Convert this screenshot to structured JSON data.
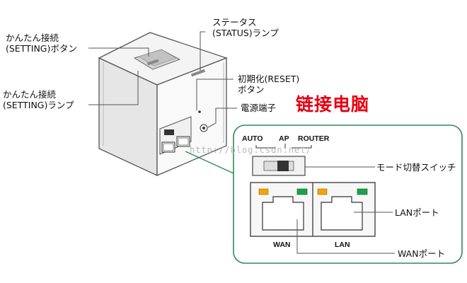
{
  "labels": {
    "setting_button": [
      "かんたん接続",
      "(SETTING)ボタン"
    ],
    "setting_lamp": [
      "かんたん接続",
      "(SETTING)ランプ"
    ],
    "status_lamp": [
      "ステータス",
      "(STATUS)ランプ"
    ],
    "reset_button": [
      "初期化(RESET)",
      "ボタン"
    ],
    "power_port": "電源端子",
    "mode_switch": "モード切替スイッチ",
    "lan_port": "LANポート",
    "wan_port": "WANポート"
  },
  "headline": "链接电脑",
  "switch_modes": [
    "AUTO",
    "AP",
    "ROUTER"
  ],
  "port_names": [
    "WAN",
    "LAN"
  ],
  "watermark": "http://blog.csdn.net/",
  "colors": {
    "callout_border": "#2e8b57",
    "headline": "#e60012",
    "led_amber": "#f5a300",
    "led_green": "#1aa34a"
  }
}
